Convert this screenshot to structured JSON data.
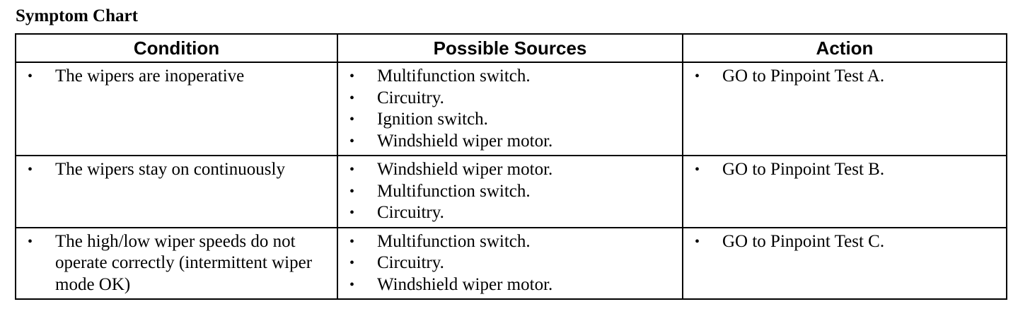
{
  "title": "Symptom Chart",
  "headers": {
    "condition": "Condition",
    "sources": "Possible Sources",
    "action": "Action"
  },
  "rows": [
    {
      "condition": "The wipers are inoperative",
      "sources": [
        "Multifunction switch.",
        "Circuitry.",
        "Ignition switch.",
        "Windshield wiper motor."
      ],
      "action": "GO to Pinpoint Test A."
    },
    {
      "condition": "The wipers stay on continuously",
      "sources": [
        "Windshield wiper motor.",
        "Multifunction switch.",
        "Circuitry."
      ],
      "action": "GO to Pinpoint Test B."
    },
    {
      "condition": "The high/low wiper speeds do not operate correctly (intermittent wiper mode OK)",
      "sources": [
        "Multifunction switch.",
        "Circuitry.",
        "Windshield wiper motor."
      ],
      "action": "GO to Pinpoint Test C."
    }
  ],
  "bullet_glyph": "•"
}
